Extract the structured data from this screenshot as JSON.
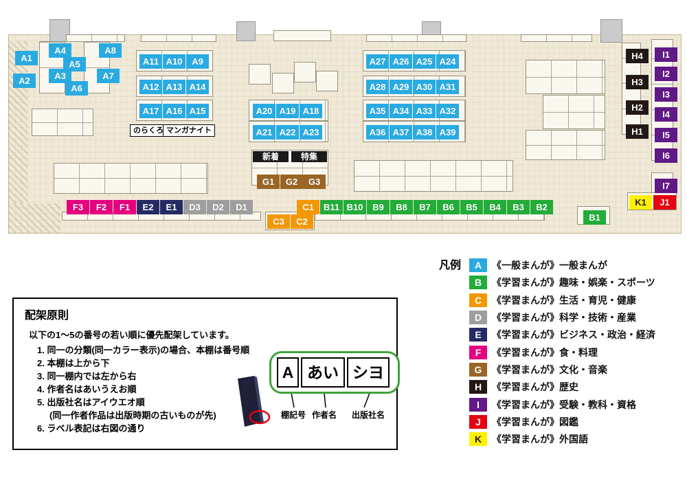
{
  "colors": {
    "A": "#29abe2",
    "B": "#22ac38",
    "C": "#f39800",
    "D": "#9e9e9f",
    "E": "#242b64",
    "F": "#e4007f",
    "G": "#9a6426",
    "H": "#231815",
    "I": "#601986",
    "J": "#e60012",
    "K": "#fff100"
  },
  "map": {
    "labels": {
      "A1": "A1",
      "A2": "A2",
      "A3": "A3",
      "A4": "A4",
      "A5": "A5",
      "A6": "A6",
      "A7": "A7",
      "A8": "A8",
      "A9": "A9",
      "A10": "A10",
      "A11": "A11",
      "A12": "A12",
      "A13": "A13",
      "A14": "A14",
      "A15": "A15",
      "A16": "A16",
      "A17": "A17",
      "A18": "A18",
      "A19": "A19",
      "A20": "A20",
      "A21": "A21",
      "A22": "A22",
      "A23": "A23",
      "A24": "A24",
      "A25": "A25",
      "A26": "A26",
      "A27": "A27",
      "A28": "A28",
      "A29": "A29",
      "A30": "A30",
      "A31": "A31",
      "A32": "A32",
      "A33": "A33",
      "A34": "A34",
      "A35": "A35",
      "A36": "A36",
      "A37": "A37",
      "A38": "A38",
      "A39": "A39",
      "B1": "B1",
      "B2": "B2",
      "B3": "B3",
      "B4": "B4",
      "B5": "B5",
      "B6": "B6",
      "B7": "B7",
      "B8": "B8",
      "B9": "B9",
      "B10": "B10",
      "B11": "B11",
      "C1": "C1",
      "C2": "C2",
      "C3": "C3",
      "D1": "D1",
      "D2": "D2",
      "D3": "D3",
      "E1": "E1",
      "E2": "E2",
      "F1": "F1",
      "F2": "F2",
      "F3": "F3",
      "G1": "G1",
      "G2": "G2",
      "G3": "G3",
      "H1": "H1",
      "H2": "H2",
      "H3": "H3",
      "H4": "H4",
      "I1": "I1",
      "I2": "I2",
      "I3": "I3",
      "I4": "I4",
      "I5": "I5",
      "I6": "I6",
      "I7": "I7",
      "J1": "J1",
      "K1": "K1"
    },
    "signs": {
      "norakuro": "のらくろ",
      "manga_night": "マンガナイト",
      "new_arrival": "新着",
      "feature": "特集"
    }
  },
  "principles": {
    "title": "配架原則",
    "intro": "以下の1〜5の番号の若い順に優先配架しています。",
    "items": [
      "1. 同一の分類(同一カラー表示)の場合、本棚は番号順",
      "2. 本棚は上から下",
      "3. 同一棚内では左から右",
      "4. 作者名はあいうえお順",
      "5. 出版社名はアイウエオ順",
      "(同一作者作品は出版時期の古いものが先)",
      "6. ラベル表記は右図の通り"
    ],
    "label_example": {
      "shelf_code": "A",
      "author": "あい",
      "publisher": "シヨ",
      "caption_shelf": "棚記号",
      "caption_author": "作者名",
      "caption_publisher": "出版社名"
    }
  },
  "legend": {
    "title": "凡例",
    "items": [
      {
        "letter": "A",
        "series": "《一般まんが》",
        "category": "一般まんが",
        "color": "#29abe2"
      },
      {
        "letter": "B",
        "series": "《学習まんが》",
        "category": "趣味・娯楽・スポーツ",
        "color": "#22ac38"
      },
      {
        "letter": "C",
        "series": "《学習まんが》",
        "category": "生活・育児・健康",
        "color": "#f39800"
      },
      {
        "letter": "D",
        "series": "《学習まんが》",
        "category": "科学・技術・産業",
        "color": "#9e9e9f"
      },
      {
        "letter": "E",
        "series": "《学習まんが》",
        "category": "ビジネス・政治・経済",
        "color": "#242b64"
      },
      {
        "letter": "F",
        "series": "《学習まんが》",
        "category": "食・料理",
        "color": "#e4007f"
      },
      {
        "letter": "G",
        "series": "《学習まんが》",
        "category": "文化・音楽",
        "color": "#9a6426"
      },
      {
        "letter": "H",
        "series": "《学習まんが》",
        "category": "歴史",
        "color": "#231815"
      },
      {
        "letter": "I",
        "series": "《学習まんが》",
        "category": "受験・教科・資格",
        "color": "#601986"
      },
      {
        "letter": "J",
        "series": "《学習まんが》",
        "category": "図鑑",
        "color": "#e60012"
      },
      {
        "letter": "K",
        "series": "《学習まんが》",
        "category": "外国語",
        "color": "#fff100"
      }
    ]
  }
}
